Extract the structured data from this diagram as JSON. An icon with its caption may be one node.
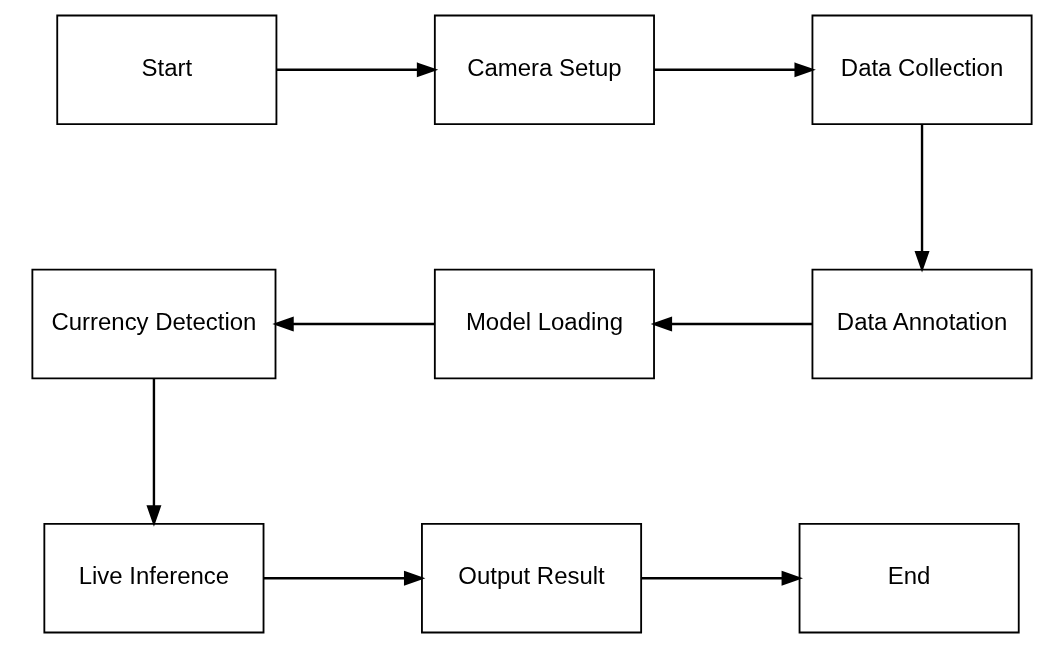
{
  "diagram": {
    "nodes": [
      {
        "text": [
          "Start"
        ]
      },
      {
        "text": [
          "Camera Setup"
        ]
      },
      {
        "text": [
          "Data Collection"
        ]
      },
      {
        "text": [
          "Data Annotation"
        ]
      },
      {
        "text": [
          "Model Loading"
        ]
      },
      {
        "text": [
          "Currency Detection"
        ]
      },
      {
        "text": [
          "Live Inference"
        ]
      },
      {
        "text": [
          "Output Result"
        ]
      },
      {
        "text": [
          "End"
        ]
      }
    ],
    "edges": [
      {
        "from": 0,
        "to": 1,
        "arrow": "to"
      },
      {
        "from": 1,
        "to": 2,
        "arrow": "to"
      },
      {
        "from": 2,
        "to": 3,
        "arrow": "to"
      },
      {
        "from": 3,
        "to": 4,
        "arrow": "to"
      },
      {
        "from": 4,
        "to": 5,
        "arrow": "to"
      },
      {
        "from": 5,
        "to": 6,
        "arrow": "to"
      },
      {
        "from": 6,
        "to": 7,
        "arrow": "to"
      },
      {
        "from": 7,
        "to": 8,
        "arrow": "to"
      }
    ]
  }
}
